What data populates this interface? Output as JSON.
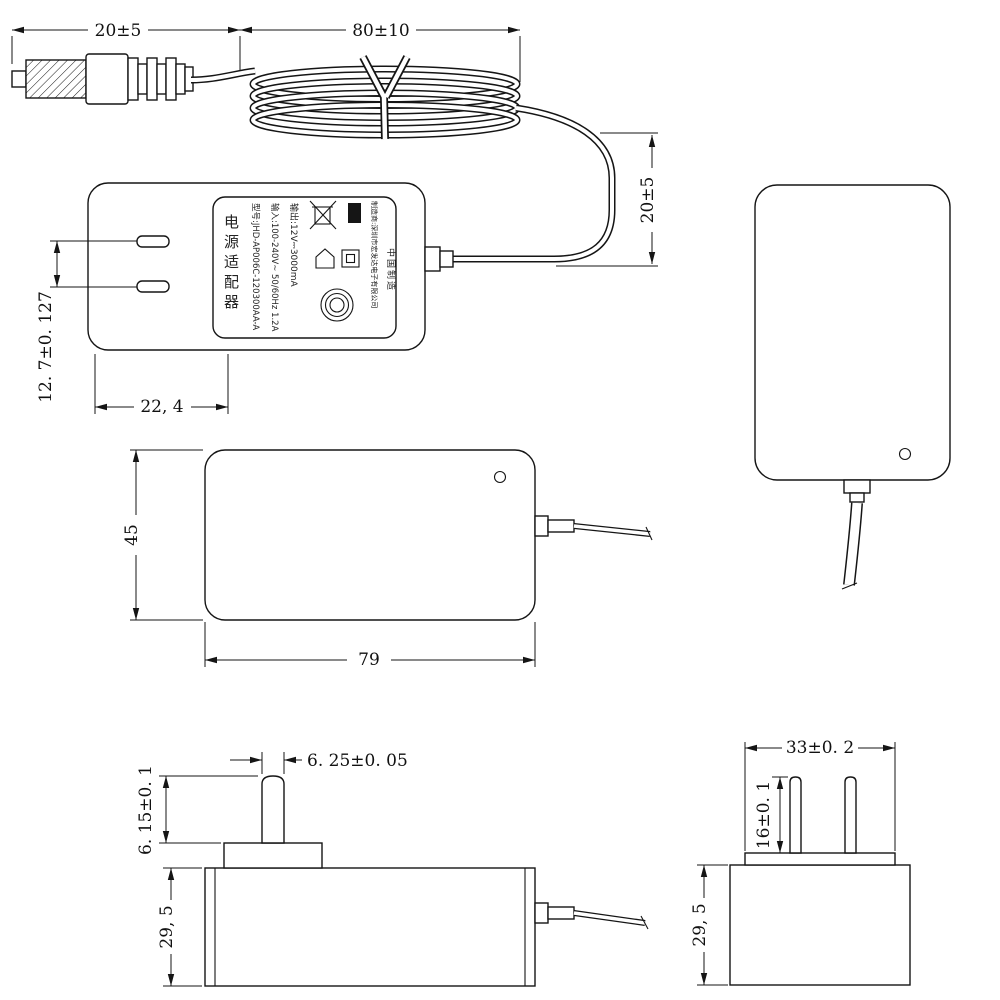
{
  "dims": {
    "plug_len": "20±5",
    "coil_len": "80±10",
    "drop_len": "20±5",
    "pin_pitch": "12. 7±0. 127",
    "pin_offset": "22, 4",
    "body_w": "45",
    "body_l": "79",
    "pin_dia": "6. 25±0. 05",
    "pin_len": "6. 15±0. 1",
    "thick_l": "29, 5",
    "face_w": "33±0. 2",
    "blade_len": "16±0. 1",
    "thick_r": "29, 5"
  },
  "label": {
    "product_name": "电源适配器",
    "model_line": "型号:JHD-AP006C-120300AA-A",
    "input_line": "输入:100-240V~ 50/60Hz 1.2A",
    "output_line": "输出:12V⎓3000mA",
    "manufacturer_line": "制造商:深圳市宏发达电子有限公司",
    "origin_line": "中国制造"
  },
  "icons": {
    "label_icons": [
      "no-disposal-icon",
      "black-bar-icon",
      "indoor-use-icon",
      "class-ii-icon",
      "ccc-mark-icon"
    ]
  },
  "colors": {
    "line": "#151515",
    "background": "#ffffff"
  }
}
